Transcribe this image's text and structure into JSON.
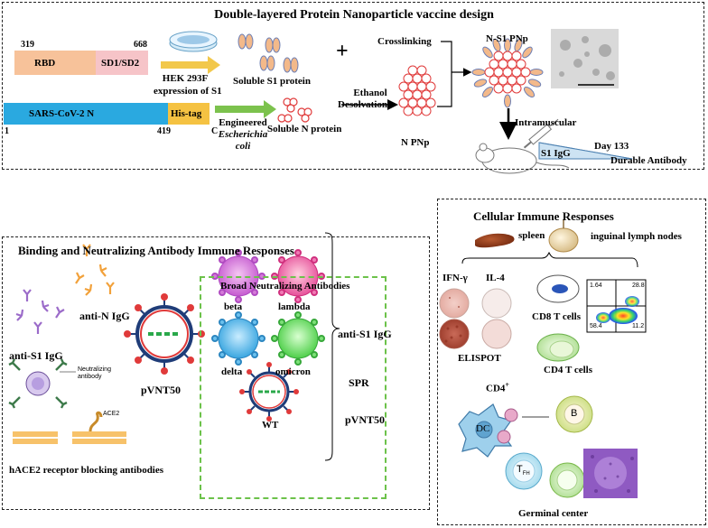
{
  "top": {
    "title": "Double-layered Protein Nanoparticle vaccine design",
    "pos_319": "319",
    "pos_668": "668",
    "rbd": "RBD",
    "sd": "SD1/SD2",
    "hek_line1": "HEK 293F",
    "hek_line2": "expression of S1",
    "soluble_s1": "Soluble S1 protein",
    "plus": "+",
    "crosslinking": "Crosslinking",
    "ns1": "N-S1 PNp",
    "sars_n": "SARS-CoV-2  N",
    "his": "His-tag",
    "pos_1": "1",
    "pos_419": "419",
    "pos_c": "C",
    "eng_line1": "Engineered",
    "eng_line2": "Escherichia",
    "eng_line3": "coli",
    "soluble_n": "Soluble N protein",
    "ethanol_line1": "Ethanol",
    "ethanol_line2": "Desolvation",
    "npnp": "N PNp",
    "intramuscular": "Intramuscular",
    "day": "Day 133",
    "s1igg": "S1 IgG",
    "durable": "Durable Antibody"
  },
  "binding": {
    "title": "Binding and Neutralizing Antibody Immune Responses",
    "anti_n": "anti-N IgG",
    "anti_s1": "anti-S1 IgG",
    "pvnt": "pVNT50",
    "neut_line1": "Neutralizing",
    "neut_line2": "antibody",
    "ace2": "ACE2",
    "hace2": "hACE2 receptor blocking antibodies"
  },
  "broad": {
    "title": "Broad Neutralizing Antibodies",
    "beta": "beta",
    "lambda": "lambda",
    "delta": "delta",
    "omicron": "omicron",
    "wt": "WT",
    "anti_s1": "anti-S1 IgG",
    "spr": "SPR",
    "pvnt": "pVNT50"
  },
  "cellular": {
    "title": "Cellular Immune Responses",
    "spleen": "spleen",
    "lymph": "inguinal lymph nodes",
    "ifn": "IFN-γ",
    "il4": "IL-4",
    "elispot": "ELISPOT",
    "cd8": "CD8 T cells",
    "cd4": "CD4 T cells",
    "q1": "1.64",
    "q2": "28.8",
    "q3": "58.4",
    "q4": "11.2",
    "cd4plus": "CD4",
    "cd4sup": "+",
    "dc": "DC",
    "b": "B",
    "tfh": "T",
    "tfh_sub": "FH",
    "germinal": "Germinal center"
  },
  "colors": {
    "rbd": "#f7c29a",
    "sd": "#f6c4c8",
    "sars": "#2aa9e0",
    "his": "#f5c242",
    "arrow_yellow": "#f2c84b",
    "arrow_green": "#7cc24d",
    "npnp": "#e03a3a",
    "green_dash": "#6cc24a"
  }
}
